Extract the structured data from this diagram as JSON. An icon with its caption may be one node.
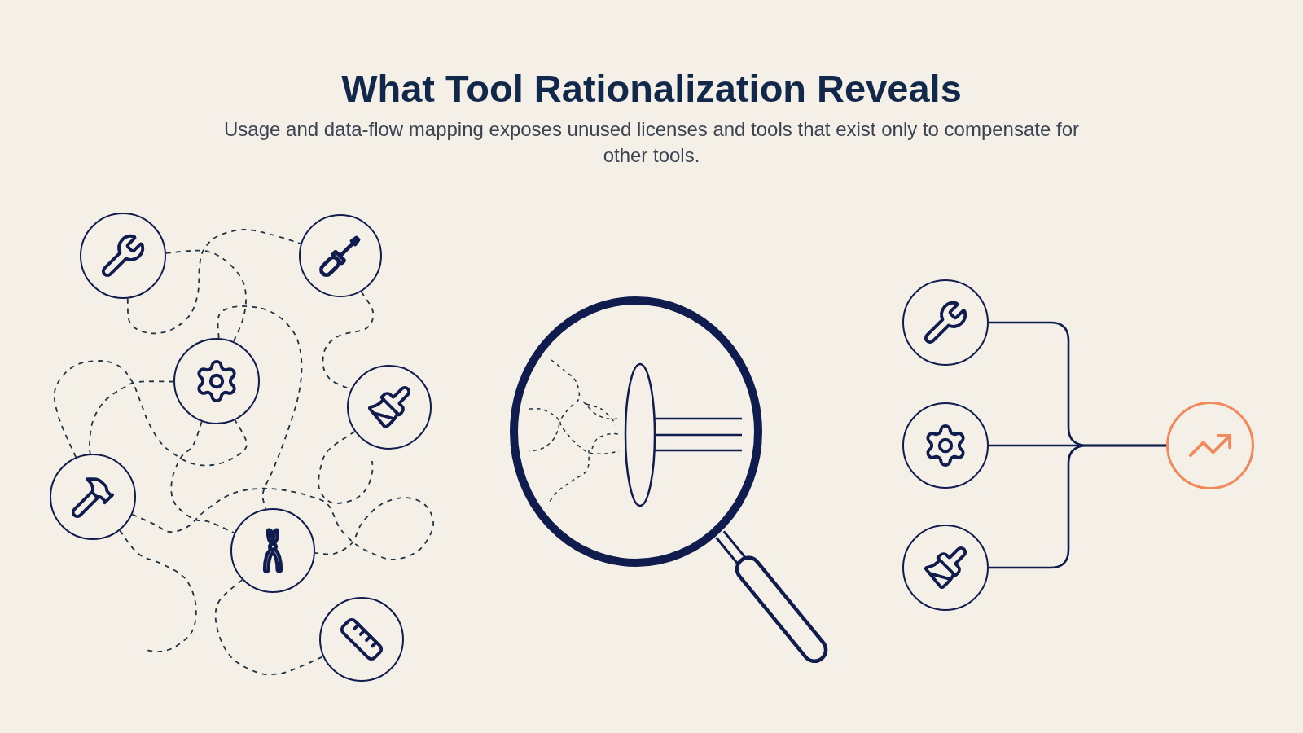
{
  "diagram": {
    "title": "What Tool Rationalization Reveals",
    "nodes": [
      {
        "text": [],
        "shape": "circle"
      },
      {
        "text": [],
        "shape": "circle"
      },
      {
        "text": [],
        "shape": "circle"
      },
      {
        "text": [],
        "shape": "circle"
      },
      {
        "text": [],
        "shape": "circle"
      },
      {
        "text": [],
        "shape": "circle"
      },
      {
        "text": [],
        "shape": "circle"
      },
      {
        "text": [],
        "shape": "circle"
      },
      {
        "text": [],
        "shape": "circle"
      },
      {
        "text": [],
        "shape": "circle"
      },
      {
        "text": [],
        "shape": "circle"
      }
    ],
    "edges": [
      {
        "from": 7,
        "to": 10,
        "arrow": "none"
      },
      {
        "from": 8,
        "to": 10,
        "arrow": "none"
      },
      {
        "from": 9,
        "to": 10,
        "arrow": "none"
      },
      {
        "from": 0,
        "to": 1,
        "arrow": "none",
        "style": "dashed"
      },
      {
        "from": 0,
        "to": 2,
        "arrow": "none",
        "style": "dashed"
      },
      {
        "from": 1,
        "to": 3,
        "arrow": "none",
        "style": "dashed"
      },
      {
        "from": 2,
        "to": 4,
        "arrow": "none",
        "style": "dashed"
      },
      {
        "from": 4,
        "to": 2,
        "arrow": "none",
        "style": "dashed"
      },
      {
        "from": 2,
        "to": 5,
        "arrow": "none",
        "style": "dashed"
      },
      {
        "from": 2,
        "to": 5,
        "arrow": "none",
        "style": "dashed"
      },
      {
        "from": 3,
        "to": null,
        "arrow": "none",
        "style": "dashed"
      },
      {
        "from": 4,
        "to": 5,
        "arrow": "none",
        "style": "dashed"
      },
      {
        "from": 4,
        "to": null,
        "arrow": "none",
        "style": "dashed"
      },
      {
        "from": 5,
        "to": 6,
        "arrow": "none",
        "style": "dashed"
      }
    ],
    "labels": [
      "Usage and data-flow mapping exposes unused licenses and tools that exist only to compensate for other tools."
    ]
  }
}
